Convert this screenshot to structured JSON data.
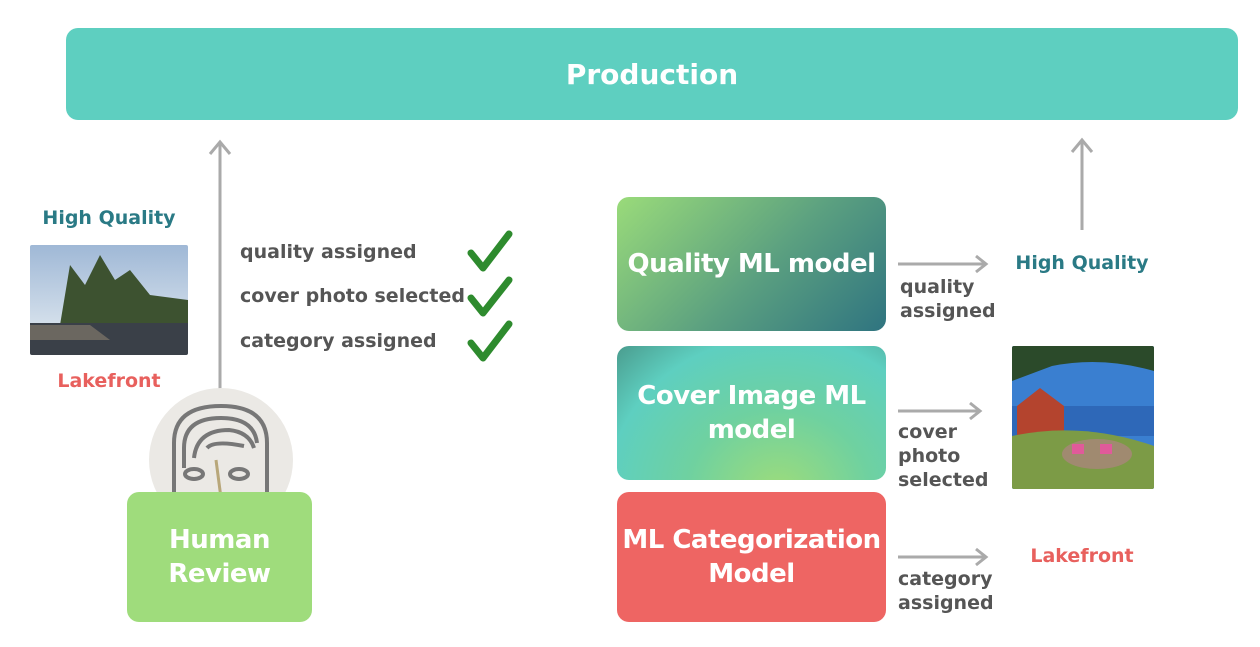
{
  "production": {
    "label": "Production",
    "color": "#5ecfc0"
  },
  "human": {
    "quality_label": "High Quality",
    "category_label": "Lakefront",
    "checklist": [
      "quality assigned",
      "cover photo selected",
      "category assigned"
    ],
    "box_label": "Human Review"
  },
  "ml": {
    "models": [
      "Quality ML model",
      "Cover Image ML model",
      "ML Categorization Model"
    ],
    "arrow_labels": [
      "quality assigned",
      "cover photo selected",
      "category assigned"
    ],
    "outputs": {
      "quality": "High Quality",
      "category": "Lakefront"
    }
  }
}
